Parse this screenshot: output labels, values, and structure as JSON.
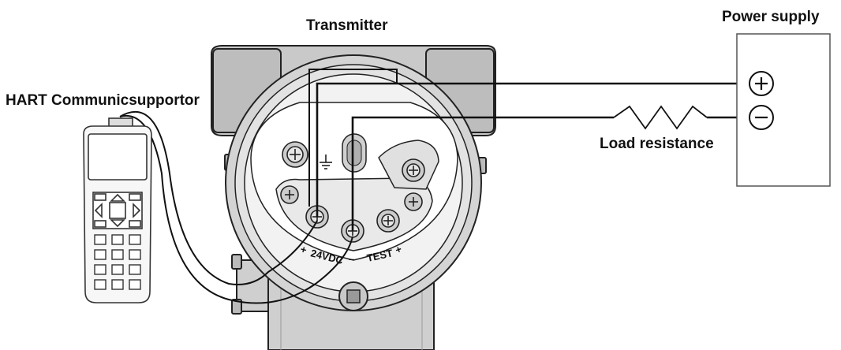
{
  "labels": {
    "transmitter": "Transmitter",
    "power_supply": "Power supply",
    "hart": "HART Communicsupportor",
    "load": "Load resistance"
  },
  "terminals": {
    "plus": "+",
    "voltage": "24VDC",
    "minus": "–",
    "test": "TEST",
    "test_plus": "+"
  },
  "power_symbols": {
    "positive": "+",
    "negative": "−"
  },
  "icons": {
    "ground": "ground-icon",
    "screw": "screw-icon",
    "resistor": "resistor-icon"
  }
}
